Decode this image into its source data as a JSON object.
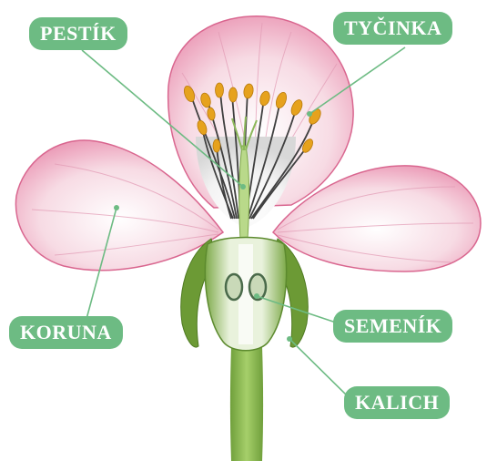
{
  "labels": {
    "pestik": "PESTÍK",
    "tycinka": "TYČINKA",
    "koruna": "KORUNA",
    "semenik": "SEMENÍK",
    "kalich": "KALICH"
  },
  "colors": {
    "label_background": "#6dbb83",
    "label_text": "#ffffff",
    "leader_line": "#6dbb83",
    "petal": "#f2c9d6",
    "petal_edge": "#d9668f",
    "stem": "#7fb04a",
    "sepal": "#6c9a35",
    "anther": "#e6a21d",
    "filament": "#4a4a4a"
  }
}
